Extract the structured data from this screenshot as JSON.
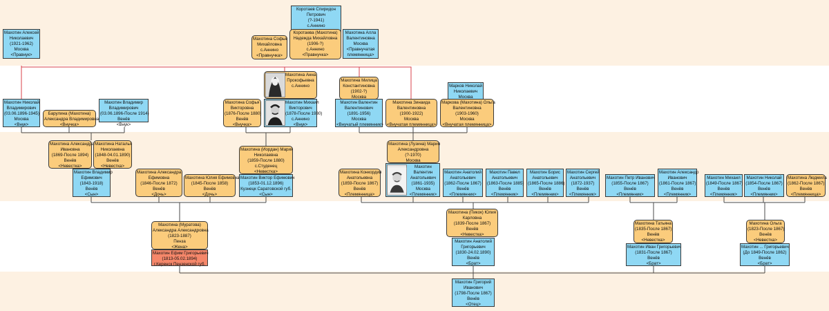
{
  "people": [
    {
      "id": "korotaev",
      "sex": "m",
      "lines": [
        "Коротаев Спиридон",
        "Петрович",
        "(?-1941)",
        "с.Аннино"
      ]
    },
    {
      "id": "mahotina-nadezhda",
      "sex": "f",
      "lines": [
        "Коротаева (Махотина)",
        "Надежда Михайловна",
        "(1906-?)",
        "с.Аннино",
        "<Правнучка>"
      ]
    },
    {
      "id": "mahotina-sofya-m",
      "sex": "f",
      "lines": [
        "Махотина Софья",
        "Михайловна",
        "с.Аннино",
        "<Правнучка>"
      ]
    },
    {
      "id": "mahotina-alla",
      "sex": "m",
      "lines": [
        "Махотина Алла",
        "Валентиновна",
        "Москва",
        "<Правнучатая",
        "племянница>"
      ]
    },
    {
      "id": "mahotin-aleksey",
      "sex": "m",
      "lines": [
        "Махотин Алексей",
        "Николаевич",
        "(1921-1962)",
        "Москва",
        "<Правнук>"
      ]
    },
    {
      "id": "mahotina-anna",
      "sex": "f",
      "photo": "woman",
      "lines": [
        "Махотина Анна",
        "Прокофьевна",
        "с.Аннино"
      ]
    },
    {
      "id": "mahotina-militsa",
      "sex": "f",
      "lines": [
        "Махотина Милица",
        "Константиновна",
        "(1902-?)",
        "Москва"
      ]
    },
    {
      "id": "markov-nikolay",
      "sex": "m",
      "lines": [
        "Марков Николай",
        "Николаевич",
        "Москва"
      ]
    },
    {
      "id": "mahotin-nikolay-v",
      "sex": "m",
      "lines": [
        "Махотин Николай",
        "Владимирович",
        "(03.06.1896-1945)",
        "Москва",
        "<Внук>"
      ]
    },
    {
      "id": "barulina",
      "sex": "f",
      "lines": [
        "Барулина (Махотина)",
        "Александра Владимировна",
        "<Внучка>"
      ]
    },
    {
      "id": "mahotin-vladimir-v",
      "sex": "m",
      "lines": [
        "Махотин Владимир",
        "Владимирович",
        "(03.06.1896-После 1914)",
        "Венёв",
        "<Внук>"
      ]
    },
    {
      "id": "mahotina-sofya-v",
      "sex": "f",
      "lines": [
        "Махотина Софья",
        "Викторовна",
        "(1876-После 1880)",
        "Венёв",
        "<Внучка>"
      ]
    },
    {
      "id": "mahotin-mihail-v",
      "sex": "m",
      "photo": "man",
      "lines": [
        "Махотин Михаил",
        "Викторович",
        "(1878-После 1930)",
        "с.Аннино",
        "<Внук>"
      ]
    },
    {
      "id": "mahotin-valentin",
      "sex": "m",
      "lines": [
        "Махотин Валентин",
        "Валентинович",
        "(1891-1956)",
        "Москва",
        "<Внучатый племянник>"
      ]
    },
    {
      "id": "mahotina-zinaida",
      "sex": "f",
      "lines": [
        "Махотина Зинаида",
        "Валентиновна",
        "(1900-1922)",
        "Москва",
        "<Внучатая племянница>"
      ]
    },
    {
      "id": "markova-olga",
      "sex": "f",
      "lines": [
        "Маркова (Махотина) Ольга",
        "Валентиновна",
        "(1903-1960)",
        "Москва",
        "<Внучатая племянница>"
      ]
    },
    {
      "id": "mahotina-aleksandra-i",
      "sex": "f",
      "lines": [
        "Махотина Александра",
        "Ивановна",
        "(1869-После 1894)",
        "Венёв",
        "<Невестка>"
      ]
    },
    {
      "id": "mahotina-natalya",
      "sex": "f",
      "lines": [
        "Махотина Наталья",
        "Николаевна",
        "(1848-04.01.1890)",
        "Венёв",
        "<Невестка>"
      ]
    },
    {
      "id": "mahotina-mariya-n",
      "sex": "f",
      "lines": [
        "Махотина (Иордан) Мария",
        "Николаевна",
        "(1859-После 1880)",
        "с.Студенец",
        "<Невестка>"
      ]
    },
    {
      "id": "mahotina-mariya-a",
      "sex": "f",
      "lines": [
        "Махотина (Лузина) Мария",
        "Александровна",
        "(?-1970)",
        "Москва"
      ]
    },
    {
      "id": "mahotin-vladimir-e",
      "sex": "m",
      "lines": [
        "Махотин Владимир",
        "Ефимович",
        "(1843-1918)",
        "Венёв",
        "<Сын>"
      ]
    },
    {
      "id": "mahotina-aleksandra-e",
      "sex": "f",
      "lines": [
        "Махотина Александра",
        "Ефимовна",
        "(1846-После 1872)",
        "Венёв",
        "<Дочь>"
      ]
    },
    {
      "id": "mahotina-yuliya-e",
      "sex": "f",
      "lines": [
        "Махотина Юлия Ефимовна",
        "(1845-После 1858)",
        "Венёв",
        "<Дочь>"
      ]
    },
    {
      "id": "mahotin-viktor",
      "sex": "m",
      "lines": [
        "Махотин Виктор Ефимович",
        "(1853-01.12.1896)",
        "Кузнецк Саратовской губ.",
        "<Сын>"
      ]
    },
    {
      "id": "mahotina-konkordiya",
      "sex": "f",
      "lines": [
        "Махотина Конкордия",
        "Анатольевна",
        "(1859-После 1867)",
        "Венёв",
        "<Племянница>"
      ]
    },
    {
      "id": "mahotin-valentin-a",
      "sex": "m",
      "photo": "man2",
      "lines": [
        "Махотин",
        "Валентин",
        "Анатольевич",
        "(1861-1935)",
        "Москва",
        "<Племянник>"
      ]
    },
    {
      "id": "mahotin-anatoliy-a",
      "sex": "m",
      "lines": [
        "Махотин Анатолий",
        "Анатольевич",
        "(1862-После 1867)",
        "Венёв",
        "<Племянник>"
      ]
    },
    {
      "id": "mahotin-pavel",
      "sex": "m",
      "lines": [
        "Махотин Павел",
        "Анатольевич",
        "(1863-После 1885)",
        "Венёв",
        "<Племянник>"
      ]
    },
    {
      "id": "mahotin-boris",
      "sex": "m",
      "lines": [
        "Махотин Борис",
        "Анатольевич",
        "(1865-После 1886)",
        "Венёв",
        "<Племянник>"
      ]
    },
    {
      "id": "mahotin-sergey",
      "sex": "m",
      "lines": [
        "Махотин Сергей",
        "Анатольевич",
        "(1872-1937)",
        "Венёв",
        "<Племянник>"
      ]
    },
    {
      "id": "mahotin-petr",
      "sex": "m",
      "lines": [
        "Махотин Петр Иванович",
        "(1855-После 1867)",
        "Венёв",
        "<Племянник>"
      ]
    },
    {
      "id": "mahotin-aleksandr-i",
      "sex": "m",
      "lines": [
        "Махотин Александр",
        "Иванович",
        "(1861-После 1867)",
        "Венёв",
        "<Племянник>"
      ]
    },
    {
      "id": "mahotin-mihail-i",
      "sex": "m",
      "lines": [
        "Махотин Михаил",
        "(1849-После 1867)",
        "Венёв",
        "<Племянник>"
      ]
    },
    {
      "id": "mahotin-nikolay-i",
      "sex": "m",
      "lines": [
        "Махотин Николай",
        "(1854-После 1867)",
        "Венёв",
        "<Племянник>"
      ]
    },
    {
      "id": "mahotina-lyudmila",
      "sex": "f",
      "lines": [
        "Махотина Людмила",
        "(1862-После 1867)",
        "Венёв",
        "<Племянница>"
      ]
    },
    {
      "id": "mahotina-aleksandra-a",
      "sex": "f",
      "lines": [
        "Махотина (Муратова)",
        "Александра Александровна",
        "(1823-1887)",
        "Пенза",
        "<Жена>"
      ]
    },
    {
      "id": "mahotin-efim",
      "sex": "r",
      "lines": [
        "Махотин Ефим Григорьевич",
        "(1813-05.02.1894)",
        "г.Керенск Пензенской губ."
      ]
    },
    {
      "id": "mahotina-yuliya-k",
      "sex": "f",
      "lines": [
        "Махотина (Пикок) Юлия",
        "Карловна",
        "(1839-После 1867)",
        "Венёв",
        "<Невестка>"
      ]
    },
    {
      "id": "mahotin-anatoliy-g",
      "sex": "m",
      "lines": [
        "Махотин Анатолий",
        "Григорьевич",
        "(1830-24.02.1890)",
        "Венёв",
        "<Брат>"
      ]
    },
    {
      "id": "mahotina-tatyana",
      "sex": "f",
      "lines": [
        "Махотина Татьяна",
        "(1835-После 1867)",
        "Венёв",
        "<Невестка>"
      ]
    },
    {
      "id": "mahotin-ivan",
      "sex": "m",
      "lines": [
        "Махотин Иван Григорьевич",
        "(1831-После 1867)",
        "Венёв",
        "<Брат>"
      ]
    },
    {
      "id": "mahotina-olga",
      "sex": "f",
      "lines": [
        "Махотина Ольга",
        "(1823-После 1867)",
        "Венёв",
        "<Невестка>"
      ]
    },
    {
      "id": "mahotin-g",
      "sex": "m",
      "lines": [
        "Махотин ... Григорьевич",
        "(До 1849-После 1862)",
        "Венёв",
        "<Брат>"
      ]
    },
    {
      "id": "mahotin-grigoriy",
      "sex": "m",
      "lines": [
        "Махотин Григорий",
        "Иванович",
        "(1798-После 1867)",
        "Венёв",
        "<Отец>"
      ]
    }
  ]
}
